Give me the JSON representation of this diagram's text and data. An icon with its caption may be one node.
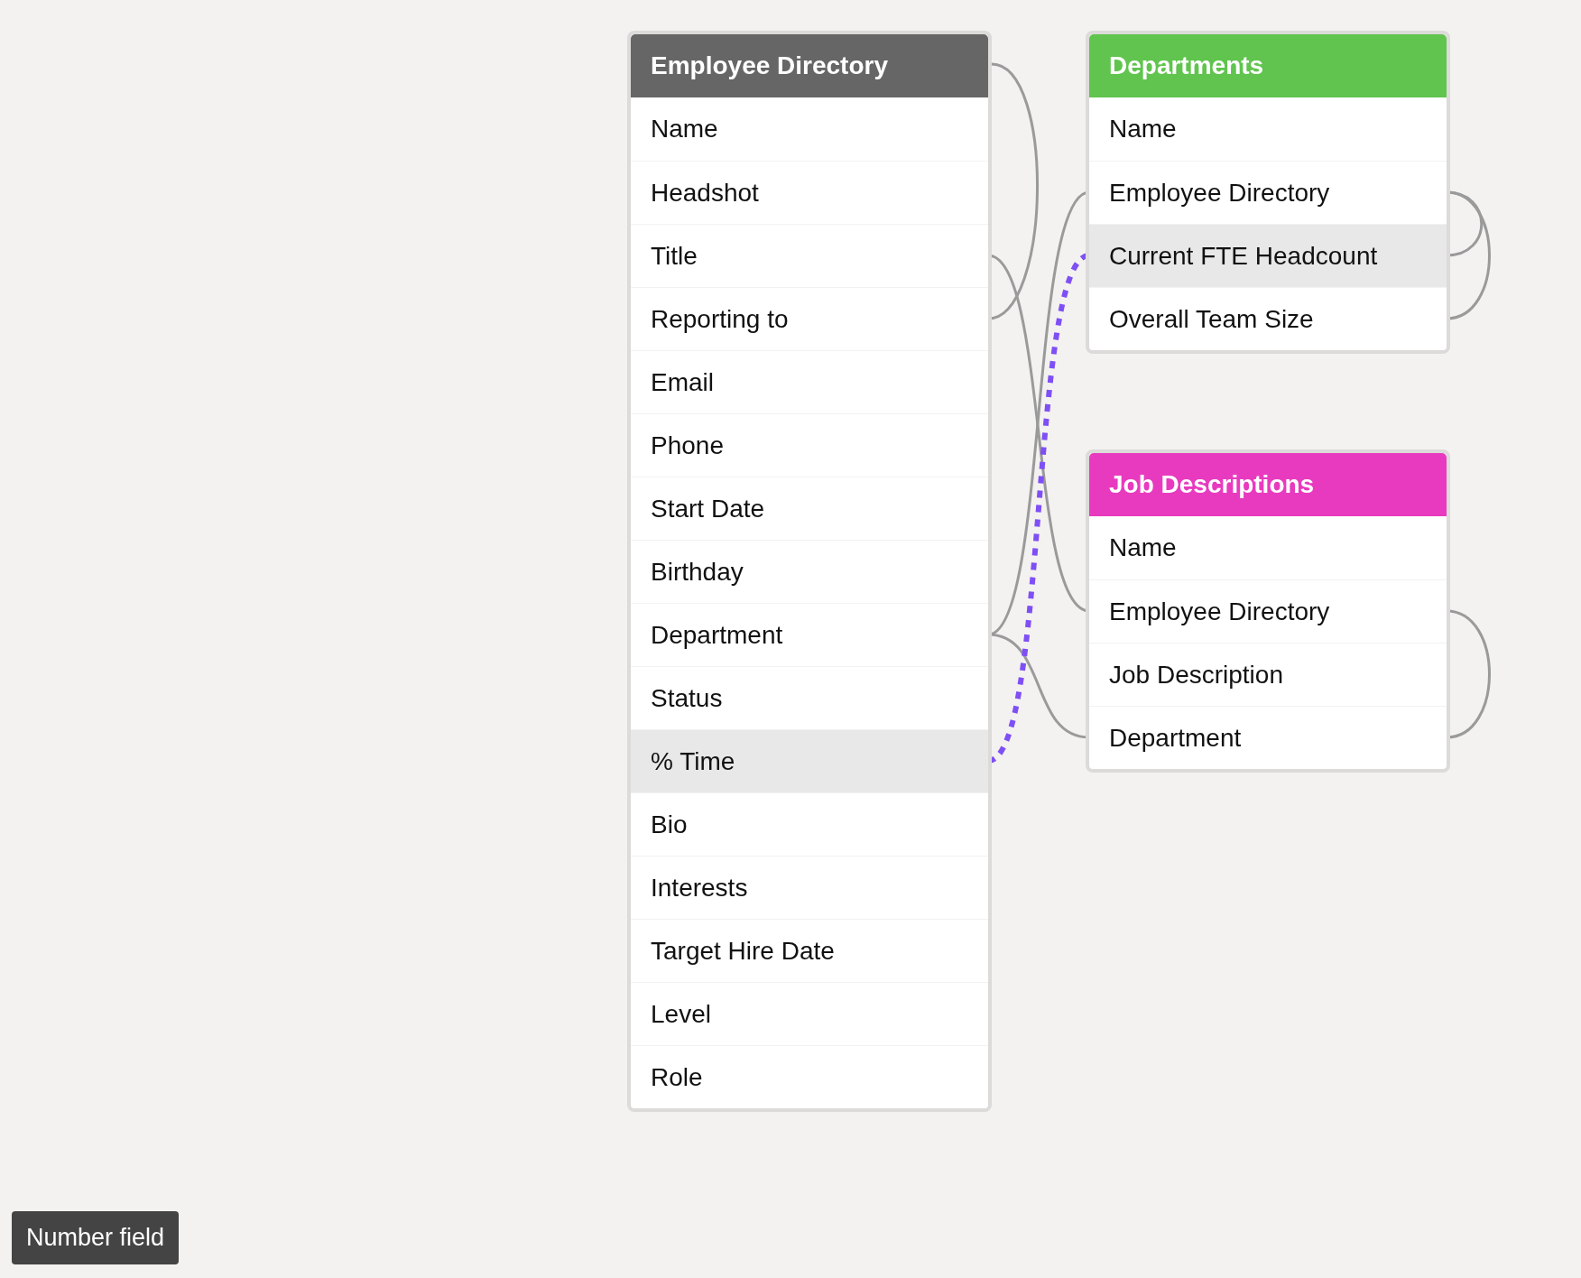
{
  "diagram": {
    "nodes": [
      {
        "text": [
          "Employee Directory"
        ]
      },
      {
        "text": [
          "Name"
        ],
        "in": 0
      },
      {
        "text": [
          "Headshot"
        ],
        "in": 0
      },
      {
        "text": [
          "Title"
        ],
        "in": 0
      },
      {
        "text": [
          "Reporting to"
        ],
        "in": 0
      },
      {
        "text": [
          "Email"
        ],
        "in": 0
      },
      {
        "text": [
          "Phone"
        ],
        "in": 0
      },
      {
        "text": [
          "Start Date"
        ],
        "in": 0
      },
      {
        "text": [
          "Birthday"
        ],
        "in": 0
      },
      {
        "text": [
          "Department"
        ],
        "in": 0
      },
      {
        "text": [
          "Status"
        ],
        "in": 0
      },
      {
        "text": [
          "% Time"
        ],
        "in": 0
      },
      {
        "text": [
          "Bio"
        ],
        "in": 0
      },
      {
        "text": [
          "Interests"
        ],
        "in": 0
      },
      {
        "text": [
          "Target Hire Date"
        ],
        "in": 0
      },
      {
        "text": [
          "Level"
        ],
        "in": 0
      },
      {
        "text": [
          "Role"
        ],
        "in": 0
      },
      {
        "text": [
          "Departments"
        ]
      },
      {
        "text": [
          "Name"
        ],
        "in": 17
      },
      {
        "text": [
          "Employee Directory"
        ],
        "in": 17
      },
      {
        "text": [
          "Current FTE Headcount"
        ],
        "in": 17
      },
      {
        "text": [
          "Overall Team Size"
        ],
        "in": 17
      },
      {
        "text": [
          "Job Descriptions"
        ]
      },
      {
        "text": [
          "Name"
        ],
        "in": 22
      },
      {
        "text": [
          "Employee Directory"
        ],
        "in": 22
      },
      {
        "text": [
          "Job Description"
        ],
        "in": 22
      },
      {
        "text": [
          "Department"
        ],
        "in": 22
      }
    ],
    "edges": [
      {
        "from": 4,
        "to": 0,
        "arrow": "none"
      },
      {
        "from": 3,
        "to": 24,
        "arrow": "none"
      },
      {
        "from": 9,
        "to": 19,
        "arrow": "none"
      },
      {
        "from": 9,
        "to": 26,
        "arrow": "none"
      },
      {
        "from": 11,
        "to": 20,
        "arrow": "none",
        "style": "dashed",
        "color": "#7f4ff6"
      },
      {
        "from": 19,
        "to": 20,
        "arrow": "none"
      },
      {
        "from": 19,
        "to": 21,
        "arrow": "none"
      },
      {
        "from": 24,
        "to": 26,
        "arrow": "none"
      }
    ],
    "labels": [
      "Number field"
    ]
  }
}
